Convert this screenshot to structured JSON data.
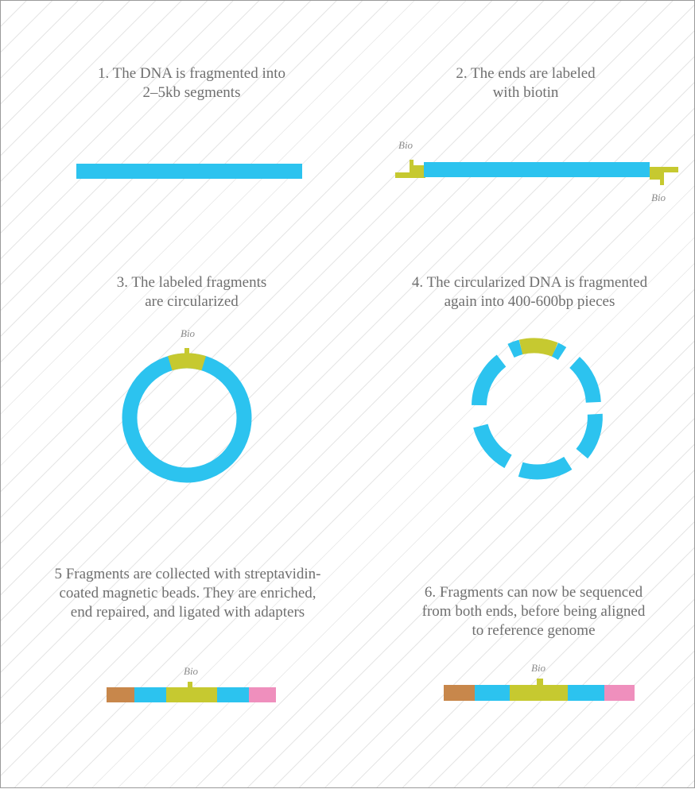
{
  "colors": {
    "dna": "#2cc3ef",
    "biotin": "#c6c930",
    "adapter_left": "#c8874b",
    "adapter_right": "#ef8fbd"
  },
  "steps": [
    {
      "lines": [
        "1. The DNA is fragmented into",
        "2–5kb segments"
      ]
    },
    {
      "lines": [
        "2. The ends are labeled",
        "with biotin"
      ]
    },
    {
      "lines": [
        "3. The labeled fragments",
        "are circularized"
      ]
    },
    {
      "lines": [
        "4. The circularized DNA is fragmented",
        "again into 400-600bp pieces"
      ]
    },
    {
      "lines": [
        "5 Fragments are collected with streptavidin-",
        "coated magnetic beads. They are enriched,",
        "end repaired, and ligated with adapters"
      ]
    },
    {
      "lines": [
        "6. Fragments can now be sequenced",
        "from both ends, before being aligned",
        "to reference genome"
      ]
    }
  ],
  "bio_label": "Bio"
}
